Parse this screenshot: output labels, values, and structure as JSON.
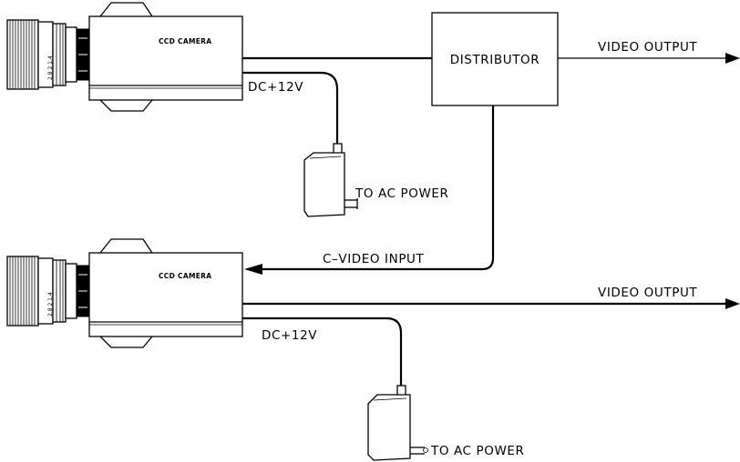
{
  "diagram": {
    "camera_top": {
      "label": "CCD CAMERA",
      "lens_marks": "2.8 2 1.4"
    },
    "camera_bottom": {
      "label": "CCD CAMERA",
      "lens_marks": "2.8 2 1.4"
    },
    "distributor": {
      "label": "DISTRIBUTOR"
    },
    "video_output_top": "VIDEO OUTPUT",
    "video_output_bottom": "VIDEO OUTPUT",
    "dc_top": "DC+12V",
    "dc_bottom": "DC+12V",
    "ac_top": "TO AC POWER",
    "ac_bottom": "TO AC POWER",
    "cvideo_input": "C–VIDEO INPUT"
  }
}
